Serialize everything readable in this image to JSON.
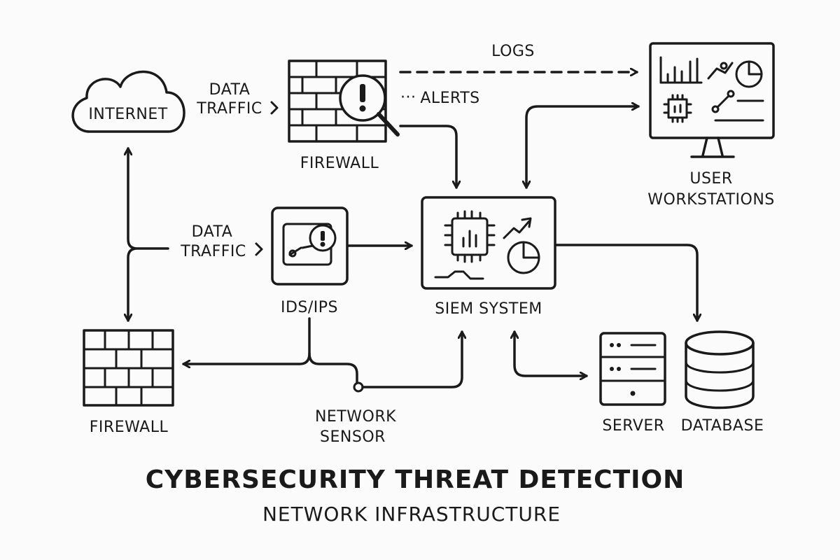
{
  "nodes": {
    "internet": "INTERNET",
    "firewall_top": "FIREWALL",
    "firewall_bottom": "FIREWALL",
    "ids_ips": "IDS/IPS",
    "siem": "SIEM SYSTEM",
    "workstations_line1": "USER",
    "workstations_line2": "WORKSTATIONS",
    "server": "SERVER",
    "database": "DATABASE",
    "sensor_line1": "NETWORK",
    "sensor_line2": "SENSOR"
  },
  "edges": {
    "traffic_top_line1": "DATA",
    "traffic_top_line2": "TRAFFIC",
    "traffic_mid_line1": "DATA",
    "traffic_mid_line2": "TRAFFIC",
    "logs": "LOGS",
    "alerts": "ALERTS"
  },
  "title": "CYBERSECURITY THREAT DETECTION",
  "subtitle": "NETWORK INFRASTRUCTURE"
}
